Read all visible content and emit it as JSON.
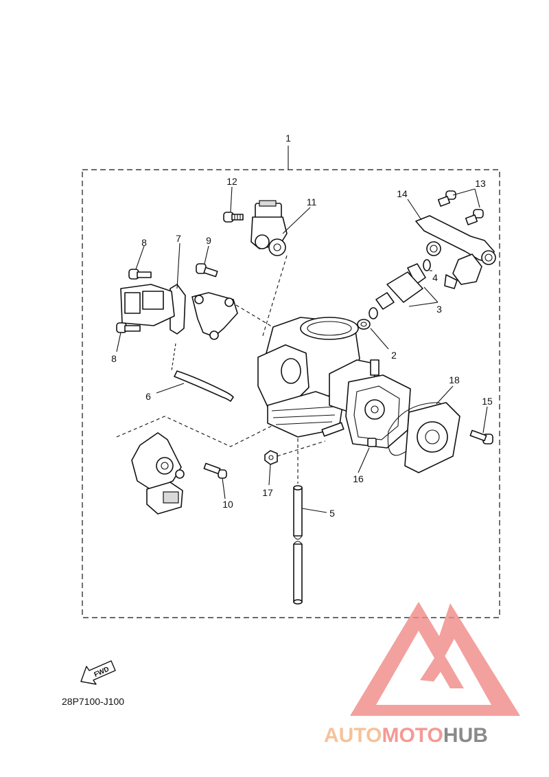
{
  "diagram": {
    "callouts": {
      "c1": "1",
      "c2": "2",
      "c3": "3",
      "c4": "4",
      "c5": "5",
      "c6": "6",
      "c7": "7",
      "c8a": "8",
      "c8b": "8",
      "c9": "9",
      "c10": "10",
      "c11": "11",
      "c12": "12",
      "c13": "13",
      "c14": "14",
      "c15": "15",
      "c16": "16",
      "c17": "17",
      "c18": "18"
    },
    "fwd_label": "FWD",
    "drawing_code": "28P7100-J100"
  },
  "watermark": {
    "part1": "AUTO",
    "part2": "MOTO",
    "part3": "HUB",
    "colors": {
      "auto": "#f6c29a",
      "moto": "#f49a94",
      "hub": "#8a8a8a",
      "logo": "#f08a86"
    }
  }
}
